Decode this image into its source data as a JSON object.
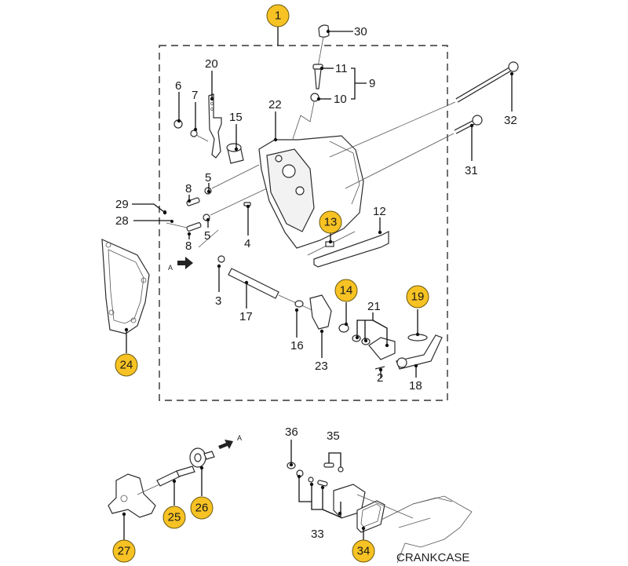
{
  "figure": {
    "type": "exploded-parts-diagram",
    "highlight_color": "#f7c223",
    "group_box_label": "1"
  },
  "callouts_highlighted": [
    {
      "id": "c1",
      "label": "1"
    },
    {
      "id": "c13",
      "label": "13"
    },
    {
      "id": "c14",
      "label": "14"
    },
    {
      "id": "c19",
      "label": "19"
    },
    {
      "id": "c24",
      "label": "24"
    },
    {
      "id": "c25",
      "label": "25"
    },
    {
      "id": "c26",
      "label": "26"
    },
    {
      "id": "c27",
      "label": "27"
    },
    {
      "id": "c34",
      "label": "34"
    }
  ],
  "callouts_plain": [
    {
      "id": "p2",
      "label": "2"
    },
    {
      "id": "p3",
      "label": "3"
    },
    {
      "id": "p4",
      "label": "4"
    },
    {
      "id": "p5a",
      "label": "5"
    },
    {
      "id": "p5b",
      "label": "5"
    },
    {
      "id": "p6",
      "label": "6"
    },
    {
      "id": "p7",
      "label": "7"
    },
    {
      "id": "p8a",
      "label": "8"
    },
    {
      "id": "p8b",
      "label": "8"
    },
    {
      "id": "p9",
      "label": "9"
    },
    {
      "id": "p10",
      "label": "10"
    },
    {
      "id": "p11",
      "label": "11"
    },
    {
      "id": "p12",
      "label": "12"
    },
    {
      "id": "p15",
      "label": "15"
    },
    {
      "id": "p16",
      "label": "16"
    },
    {
      "id": "p17",
      "label": "17"
    },
    {
      "id": "p18",
      "label": "18"
    },
    {
      "id": "p20",
      "label": "20"
    },
    {
      "id": "p21",
      "label": "21"
    },
    {
      "id": "p22",
      "label": "22"
    },
    {
      "id": "p23",
      "label": "23"
    },
    {
      "id": "p28",
      "label": "28"
    },
    {
      "id": "p29",
      "label": "29"
    },
    {
      "id": "p30",
      "label": "30"
    },
    {
      "id": "p31",
      "label": "31"
    },
    {
      "id": "p32",
      "label": "32"
    },
    {
      "id": "p33",
      "label": "33"
    },
    {
      "id": "p35",
      "label": "35"
    },
    {
      "id": "p36",
      "label": "36"
    }
  ],
  "view_markers": {
    "arrow_a_upper": "A",
    "arrow_a_lower": "A"
  },
  "text_labels": {
    "crankcase": "CRANKCASE"
  }
}
